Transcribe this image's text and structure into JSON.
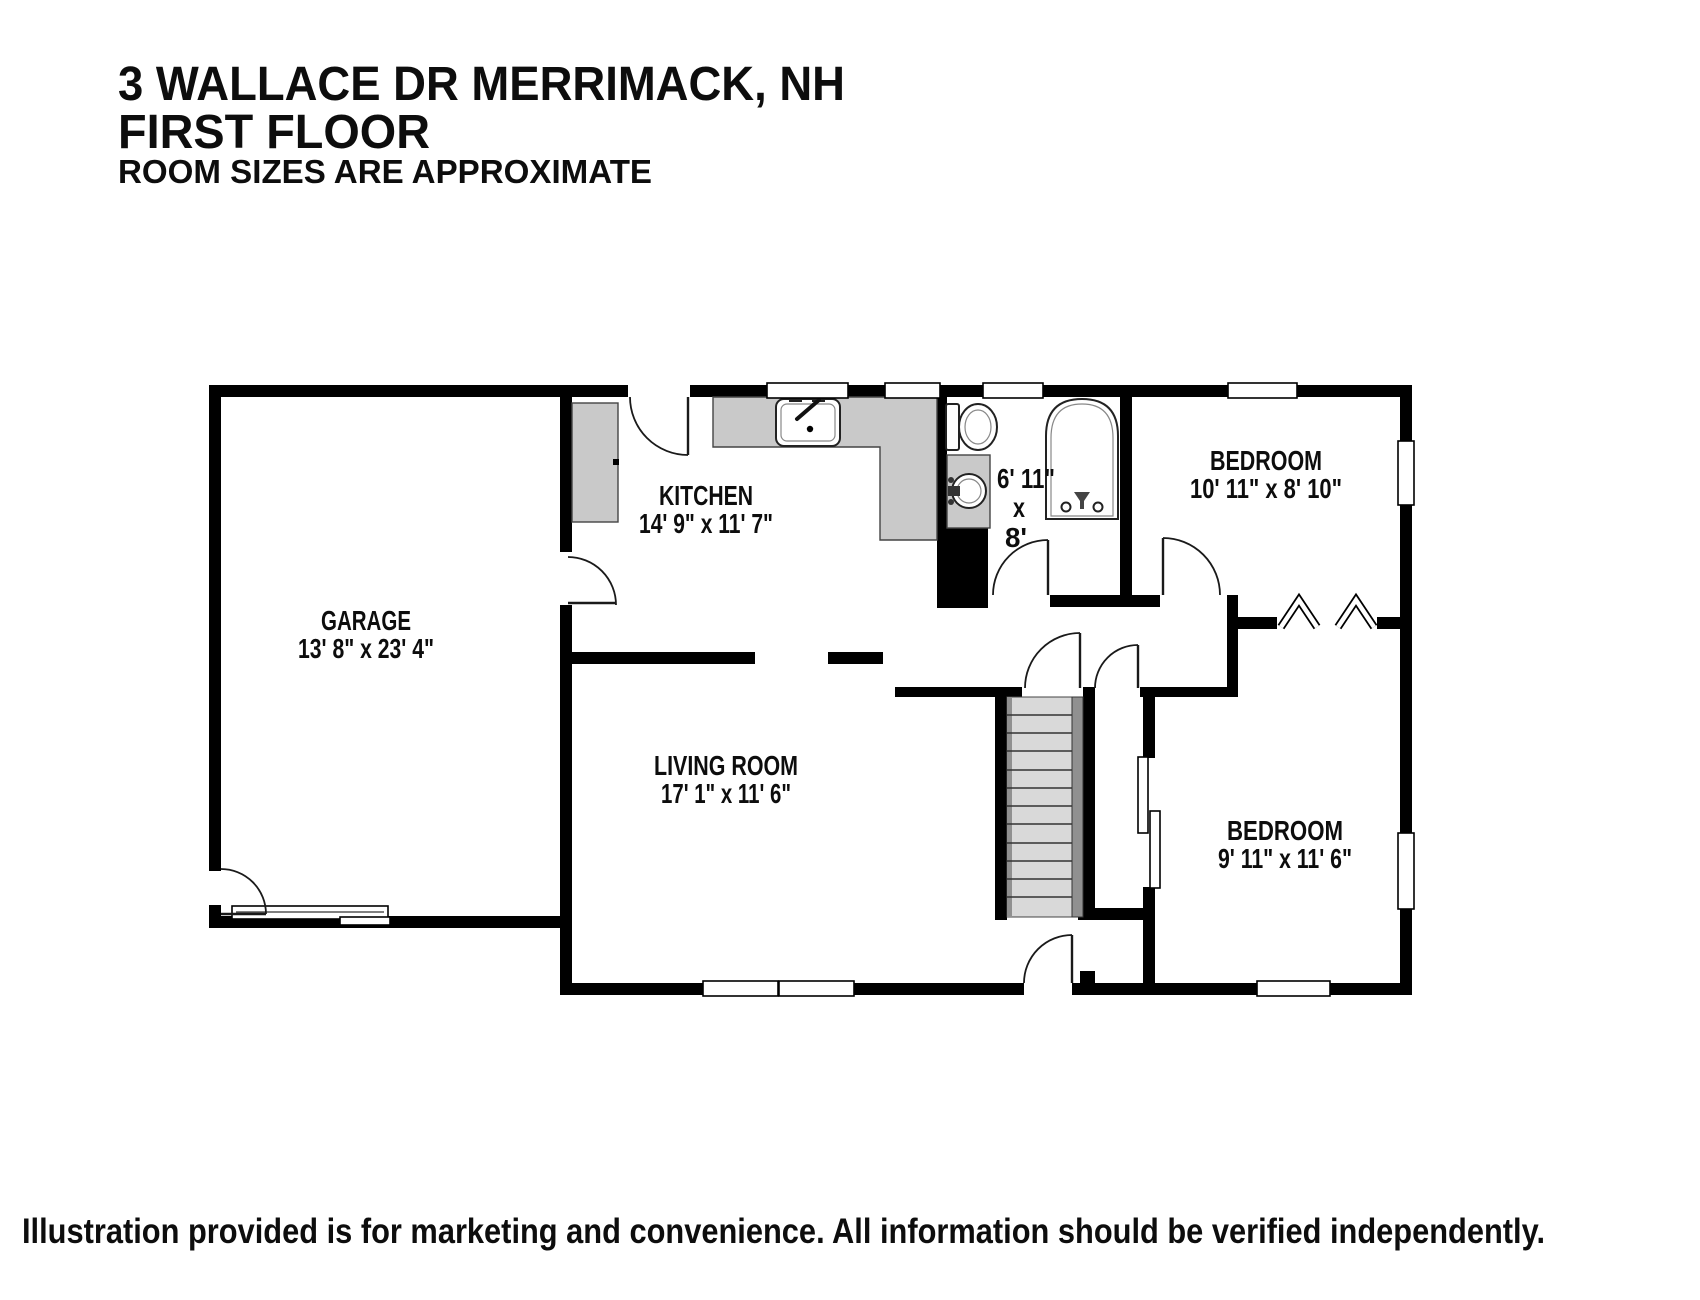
{
  "title": {
    "line1": "3 WALLACE DR MERRIMACK, NH",
    "line2": "FIRST FLOOR",
    "line3": "ROOM SIZES ARE APPROXIMATE"
  },
  "disclaimer": "Illustration provided is for marketing and convenience. All information should be verified independently.",
  "rooms": {
    "garage": {
      "label": "GARAGE",
      "dims": "13' 8\" x 23' 4\""
    },
    "kitchen": {
      "label": "KITCHEN",
      "dims": "14' 9\" x 11' 7\""
    },
    "bathroom": {
      "dims_line1": "6' 11\"",
      "dims_line2": "x",
      "dims_line3": "8'"
    },
    "bedroom_top": {
      "label": "BEDROOM",
      "dims": "10' 11\" x 8' 10\""
    },
    "living_room": {
      "label": "LIVING ROOM",
      "dims": "17' 1\" x 11' 6\""
    },
    "bedroom_bottom": {
      "label": "BEDROOM",
      "dims": "9' 11\" x 11' 6\""
    }
  },
  "fixtures": [
    "kitchen-sink",
    "kitchen-counter",
    "pantry-cabinet",
    "toilet",
    "vanity-sink",
    "bathtub",
    "staircase",
    "bifold-closet-doors",
    "bypass-closet-doors",
    "garage-door",
    "front-door",
    "entry-door",
    "windows",
    "door-swings"
  ],
  "colors": {
    "wall": "#000000",
    "background": "#ffffff",
    "counter_gray": "#c9c9c9",
    "stair_tread": "#d9d9d9",
    "stair_rail": "#909090",
    "text": "#0d0d0d"
  }
}
